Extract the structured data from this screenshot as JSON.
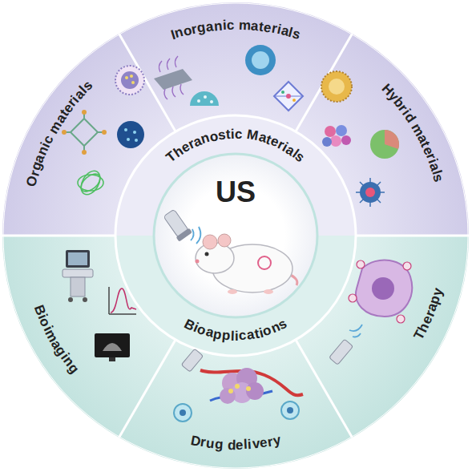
{
  "diagram": {
    "nodes": [
      {
        "text": [
          "US"
        ]
      },
      {
        "text": [
          "Theranostic Materials"
        ]
      },
      {
        "text": [
          "Bioapplications"
        ]
      },
      {
        "text": [
          "Organic materials"
        ]
      },
      {
        "text": [
          "Inorganic materials"
        ]
      },
      {
        "text": [
          "Hybrid materials"
        ]
      },
      {
        "text": [
          "Bioimaging"
        ]
      },
      {
        "text": [
          "Drug delivery"
        ]
      },
      {
        "text": [
          "Therapy"
        ]
      }
    ]
  }
}
